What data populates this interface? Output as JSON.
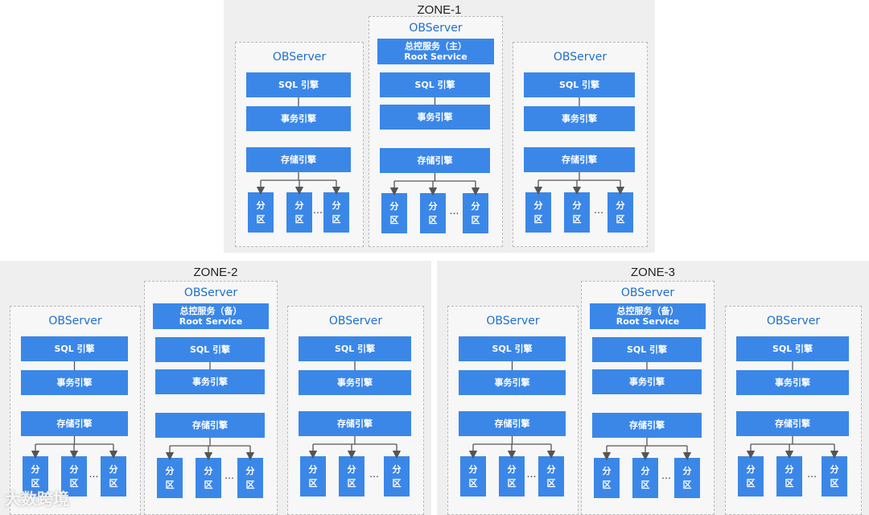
{
  "labels": {
    "obs": "OBServer",
    "sql": "SQL 引擎",
    "tx": "事务引擎",
    "st": "存储引擎",
    "part_top": "分",
    "part_bottom": "区",
    "ellipsis": "…",
    "rs_main_1": "总控服务（主）",
    "rs_backup_1": "总控服务（备）",
    "rs_2": "Root Service"
  },
  "zones": [
    {
      "id": "zone-1",
      "title": "ZONE-1",
      "root_service": "main"
    },
    {
      "id": "zone-2",
      "title": "ZONE-2",
      "root_service": "backup"
    },
    {
      "id": "zone-3",
      "title": "ZONE-3",
      "root_service": "backup"
    }
  ],
  "colors": {
    "block": "#3b87e8",
    "server_title": "#1f6fd0",
    "zone_bg": "#efefef",
    "arrow": "#555555"
  },
  "watermark": "大数跨境"
}
